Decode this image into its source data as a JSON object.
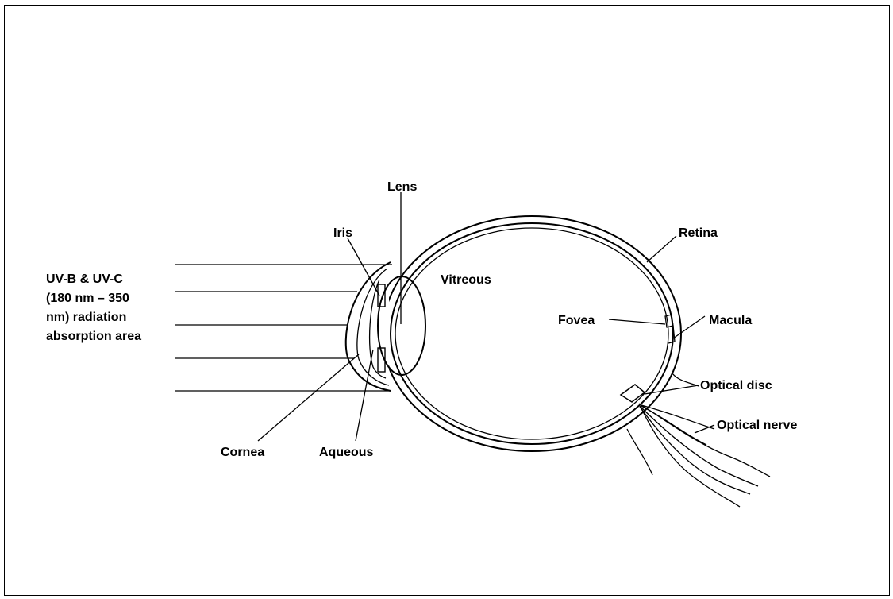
{
  "labels": {
    "lens": "Lens",
    "iris": "Iris",
    "retina": "Retina",
    "vitreous": "Vitreous",
    "fovea": "Fovea",
    "macula": "Macula",
    "optical_disc": "Optical disc",
    "optical_nerve": "Optical nerve",
    "cornea": "Cornea",
    "aqueous": "Aqueous",
    "uv_text": [
      "UV-B & UV-C",
      "(180 nm – 350",
      "nm) radiation",
      "absorption area"
    ]
  }
}
